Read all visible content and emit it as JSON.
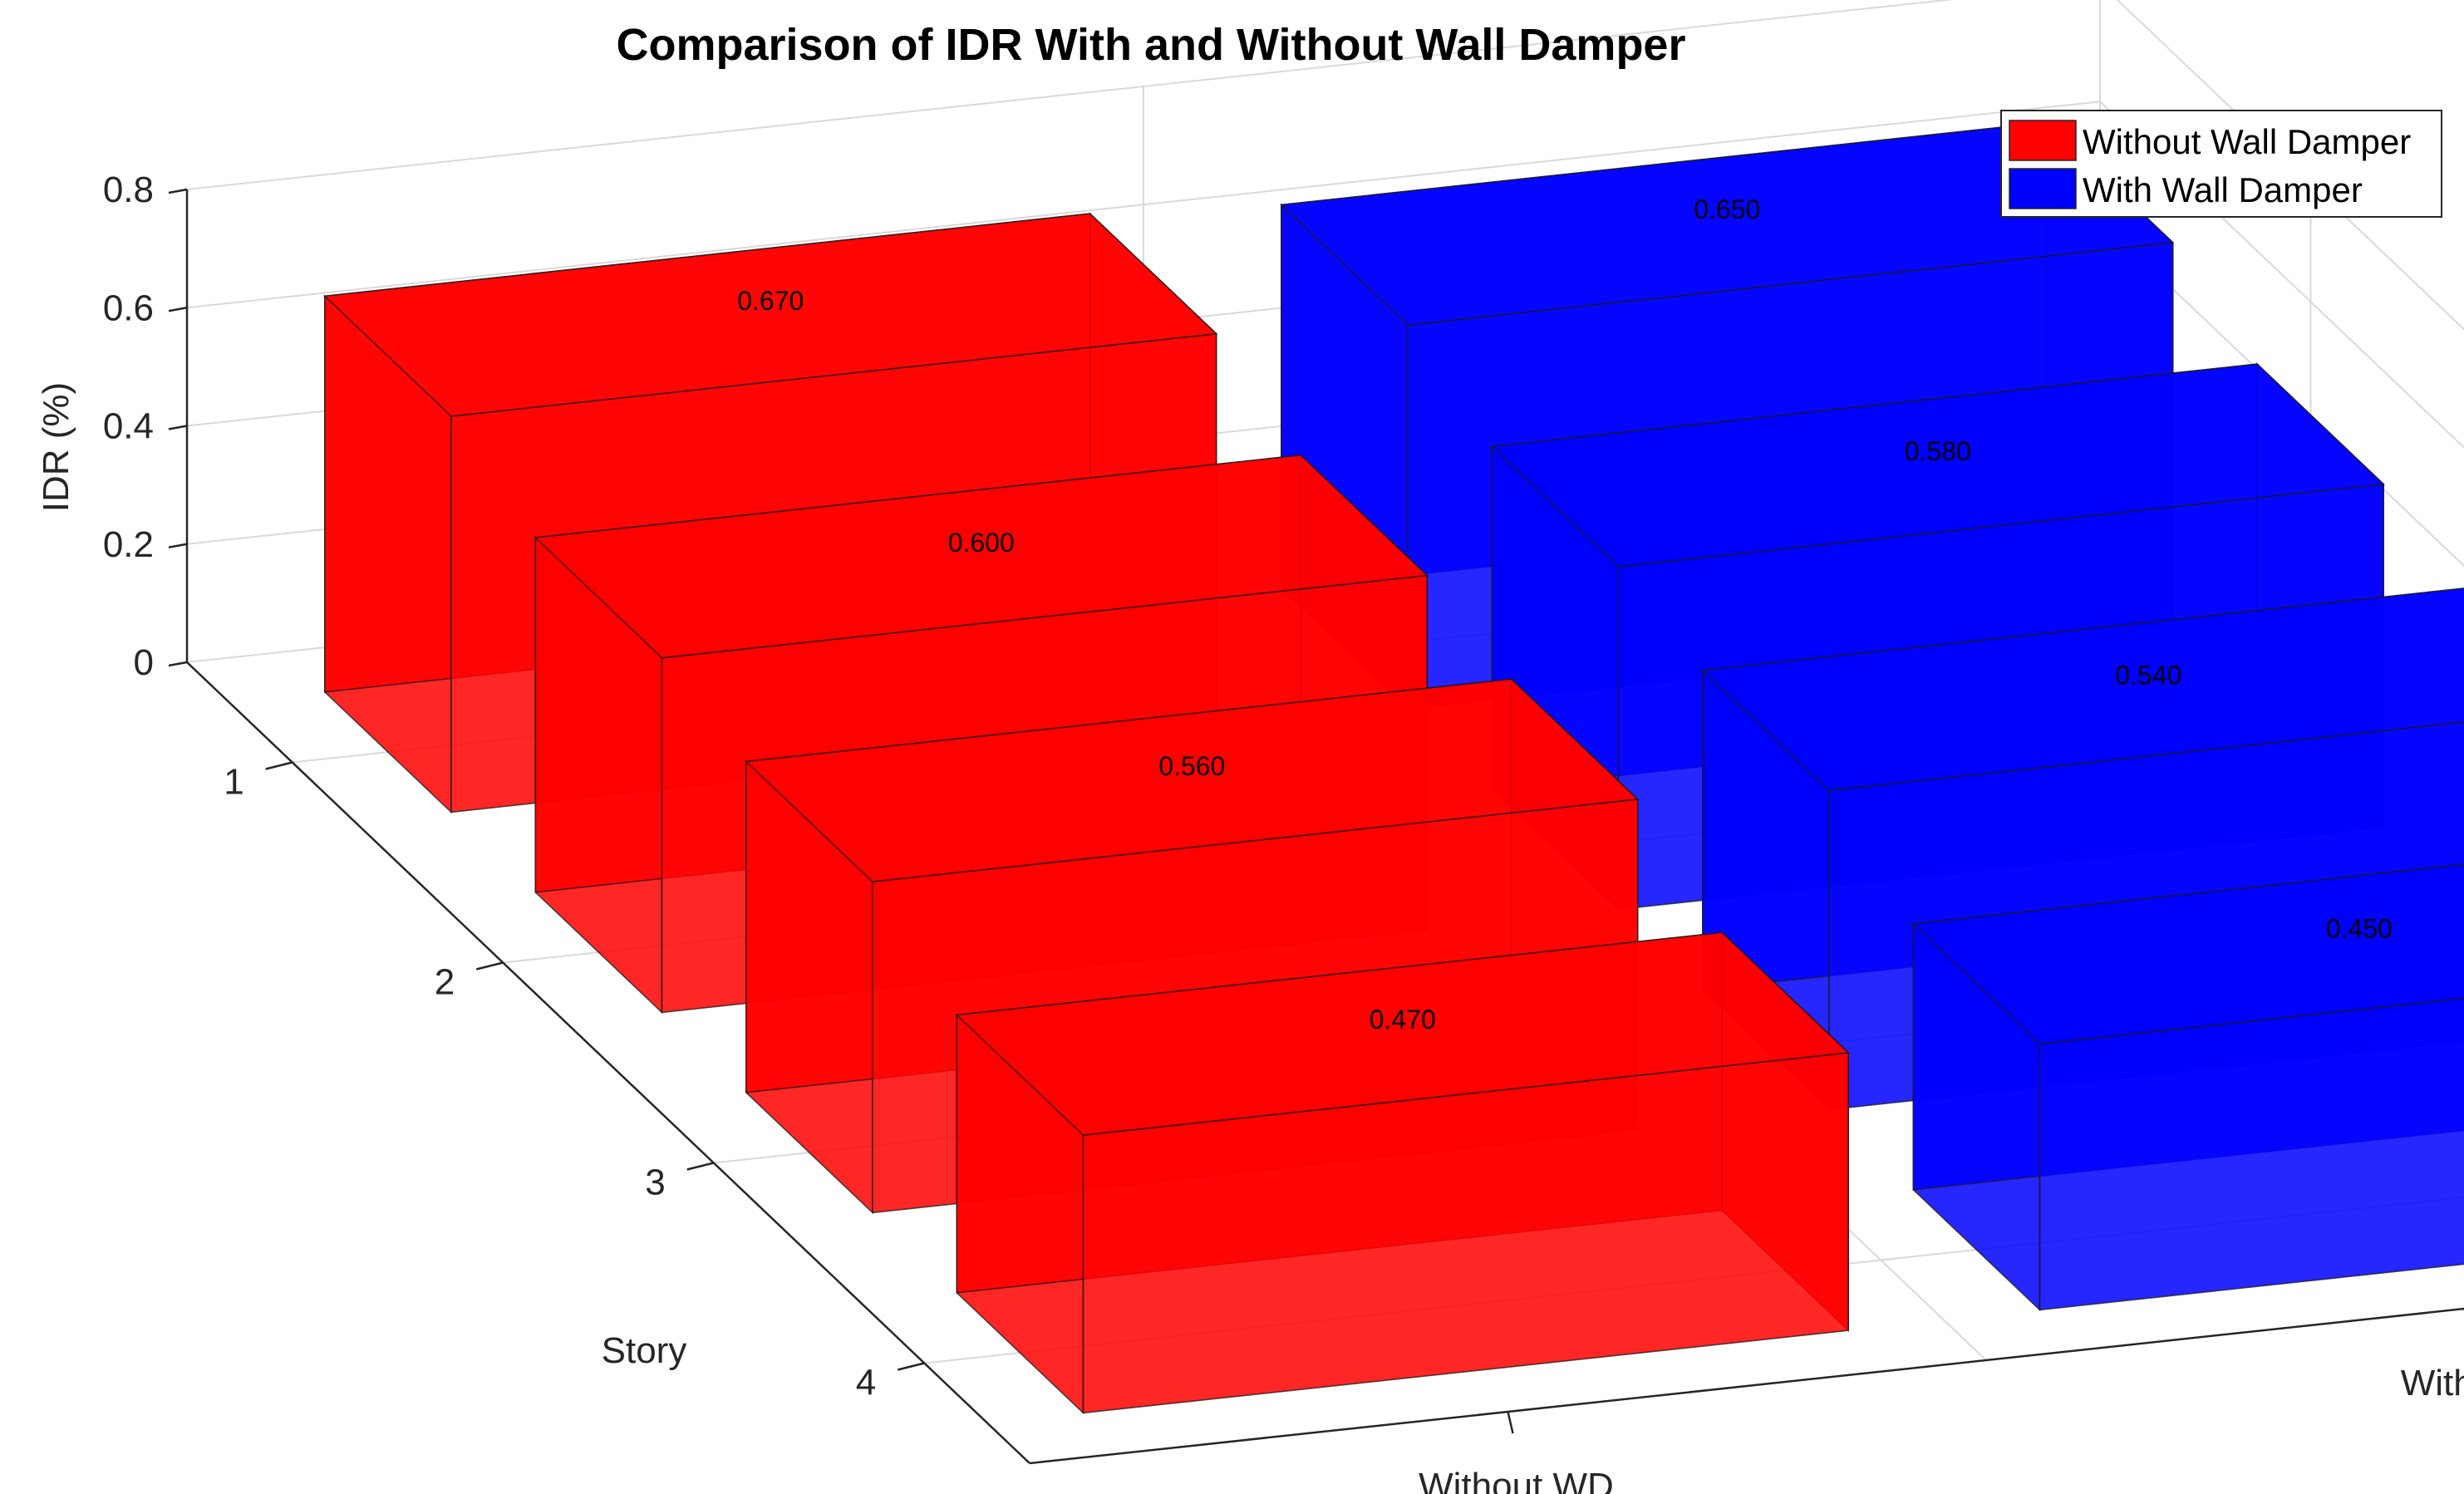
{
  "chart_data": {
    "type": "bar",
    "title": "Comparison of IDR With and Without Wall Damper",
    "zlabel": "IDR (%)",
    "ylabel": "Story",
    "zlim": [
      0,
      0.8
    ],
    "z_ticks": [
      "0",
      "0.2",
      "0.4",
      "0.6",
      "0.8"
    ],
    "stories": [
      "1",
      "2",
      "3",
      "4"
    ],
    "categories": [
      "Without WD",
      "With WD"
    ],
    "series": [
      {
        "name": "Without Wall Damper",
        "color": "#ff0000",
        "values": [
          0.67,
          0.6,
          0.56,
          0.47
        ],
        "labels": [
          "0.670",
          "0.600",
          "0.560",
          "0.470"
        ]
      },
      {
        "name": "With Wall Damper",
        "color": "#0000ff",
        "values": [
          0.65,
          0.58,
          0.54,
          0.45
        ],
        "labels": [
          "0.650",
          "0.580",
          "0.540",
          "0.450"
        ]
      }
    ],
    "grid": true,
    "legend": "top-right"
  }
}
